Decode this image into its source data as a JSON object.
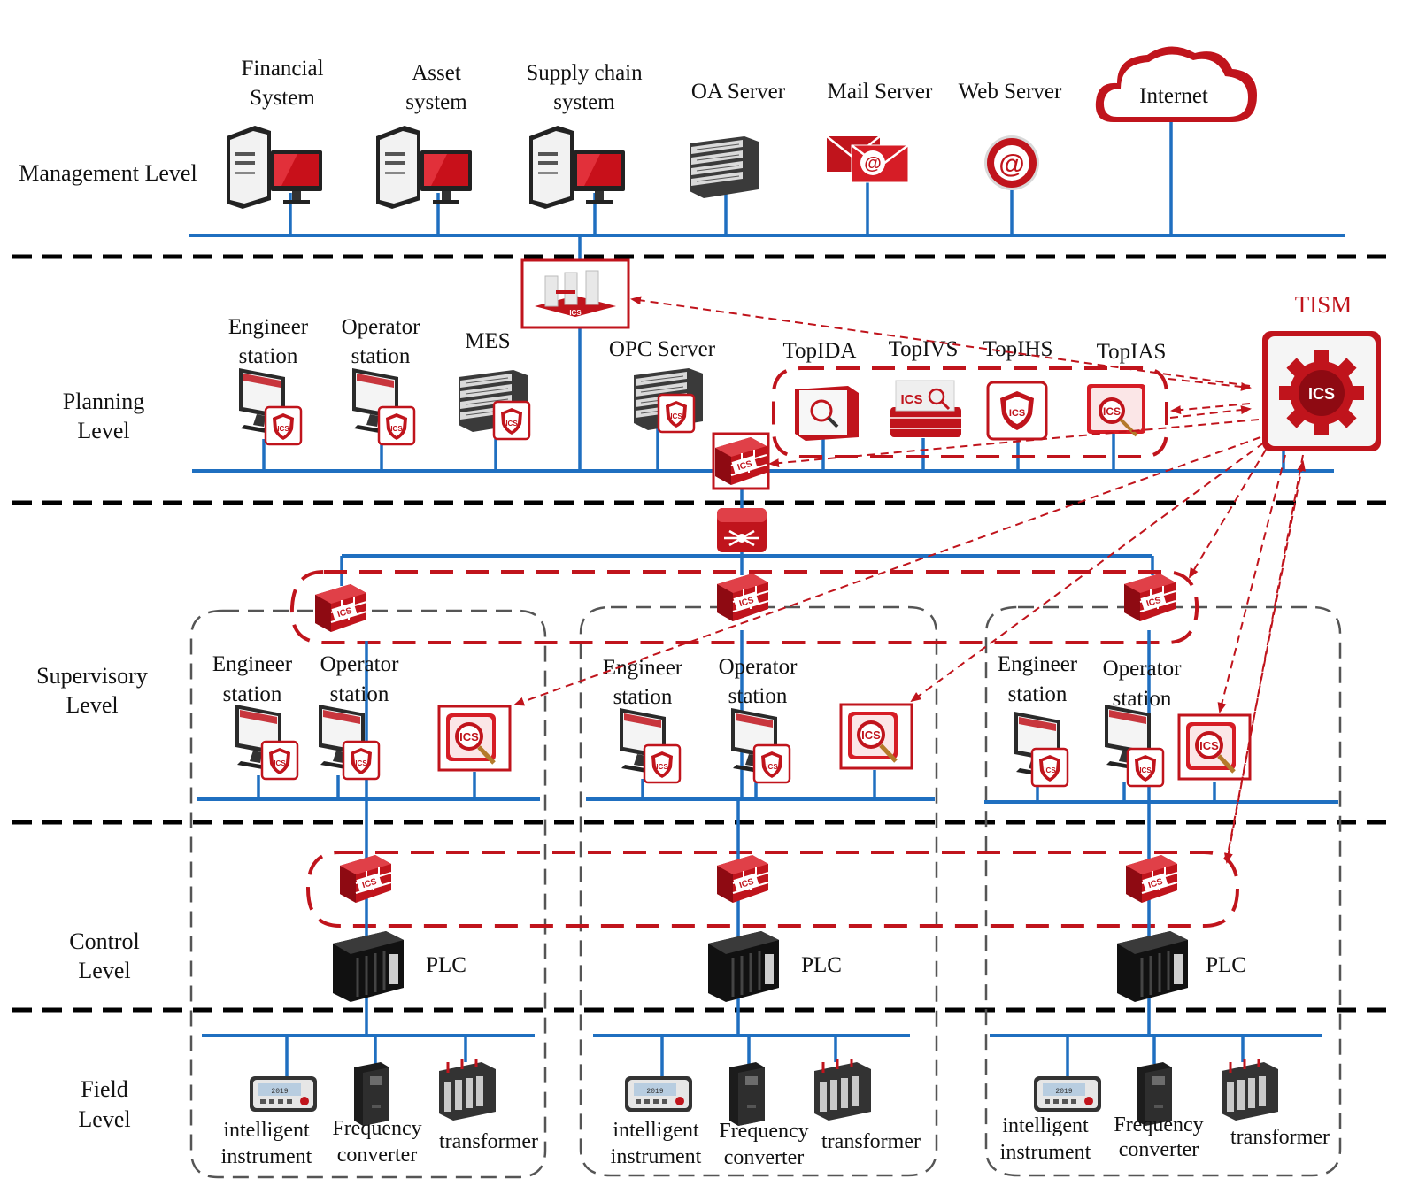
{
  "colors": {
    "accent": "#c0141c",
    "bus": "#1f6fc0",
    "separator": "#000000",
    "zone": "#555555"
  },
  "levels": {
    "management": "Management Level",
    "planning": [
      "Planning",
      "Level"
    ],
    "supervisory": [
      "Supervisory",
      "Level"
    ],
    "control": [
      "Control",
      "Level"
    ],
    "field": [
      "Field",
      "Level"
    ]
  },
  "management": {
    "financial": [
      "Financial",
      "System"
    ],
    "asset": [
      "Asset",
      "system"
    ],
    "supply": [
      "Supply chain",
      "system"
    ],
    "oa": "OA Server",
    "mail": "Mail Server",
    "web": "Web Server",
    "internet": "Internet"
  },
  "planning": {
    "engineer": [
      "Engineer",
      "station"
    ],
    "operator": [
      "Operator",
      "station"
    ],
    "mes": "MES",
    "opc": "OPC Server",
    "topida": "TopIDA",
    "topivs": "TopIVS",
    "topihs": "TopIHS",
    "topias": "TopIAS",
    "tism": "TISM"
  },
  "supervisory": {
    "engineer": [
      "Engineer",
      "station"
    ],
    "operator": [
      "Operator",
      "station"
    ]
  },
  "control": {
    "plc": "PLC"
  },
  "field": {
    "instrument": [
      "intelligent",
      "instrument"
    ],
    "frequency": [
      "Frequency",
      "converter"
    ],
    "transformer": "transformer"
  },
  "icons": {
    "ics_badge": "ICS",
    "device_screen": "2019"
  }
}
